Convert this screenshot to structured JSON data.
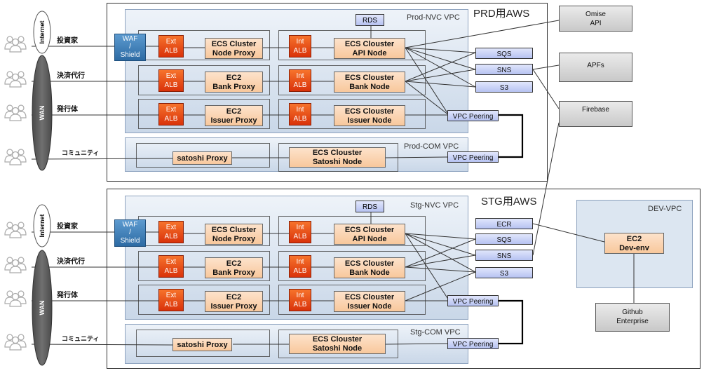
{
  "prod": {
    "title": "PRD用AWS",
    "nvc_vpc": "Prod-NVC VPC",
    "com_vpc": "Prod-COM VPC"
  },
  "stg": {
    "title": "STG用AWS",
    "nvc_vpc": "Stg-NVC VPC",
    "com_vpc": "Stg-COM VPC"
  },
  "dev": {
    "vpc": "DEV-VPC",
    "ec2_line1": "EC2",
    "ec2_line2": "Dev-env",
    "github_line1": "Github",
    "github_line2": "Enterprise"
  },
  "users": {
    "investor": "投資家",
    "payment_agent": "決済代行",
    "issuer": "発行体",
    "community": "コミュニティ"
  },
  "networks": {
    "internet": "Internet",
    "wan": "WAN"
  },
  "components": {
    "waf_line1": "WAF",
    "waf_line2": "/",
    "waf_line3": "Shield",
    "ext": "Ext",
    "int": "Int",
    "alb": "ALB",
    "ecs_cluster": "ECS Cluster",
    "ecs_clouster": "ECS Clouster",
    "node_proxy": "Node Proxy",
    "api_node": "API Node",
    "ec2": "EC2",
    "bank_proxy": "Bank Proxy",
    "bank_node": "Bank Node",
    "issuer_proxy": "Issuer Proxy",
    "issuer_node": "Issuer Node",
    "satoshi_proxy": "satoshi Proxy",
    "satoshi_node": "Satoshi Node",
    "rds": "RDS"
  },
  "services": {
    "sqs": "SQS",
    "sns": "SNS",
    "s3": "S3",
    "ecr": "ECR",
    "vpc_peering": "VPC Peering"
  },
  "external": {
    "omise_line1": "Omise",
    "omise_line2": "API",
    "apfs": "APFs",
    "firebase": "Firebase"
  },
  "colors": {
    "vpc_fill": "#dce6f1",
    "node_fill": "#fbd5b5",
    "alb_fill": "#e8400c",
    "waf_fill": "#3c7fb9",
    "service_fill": "#c9d3f7",
    "external_fill": "#d9d9d9",
    "wan_fill": "#595959"
  },
  "icons": {
    "user_group": "users-icon"
  }
}
